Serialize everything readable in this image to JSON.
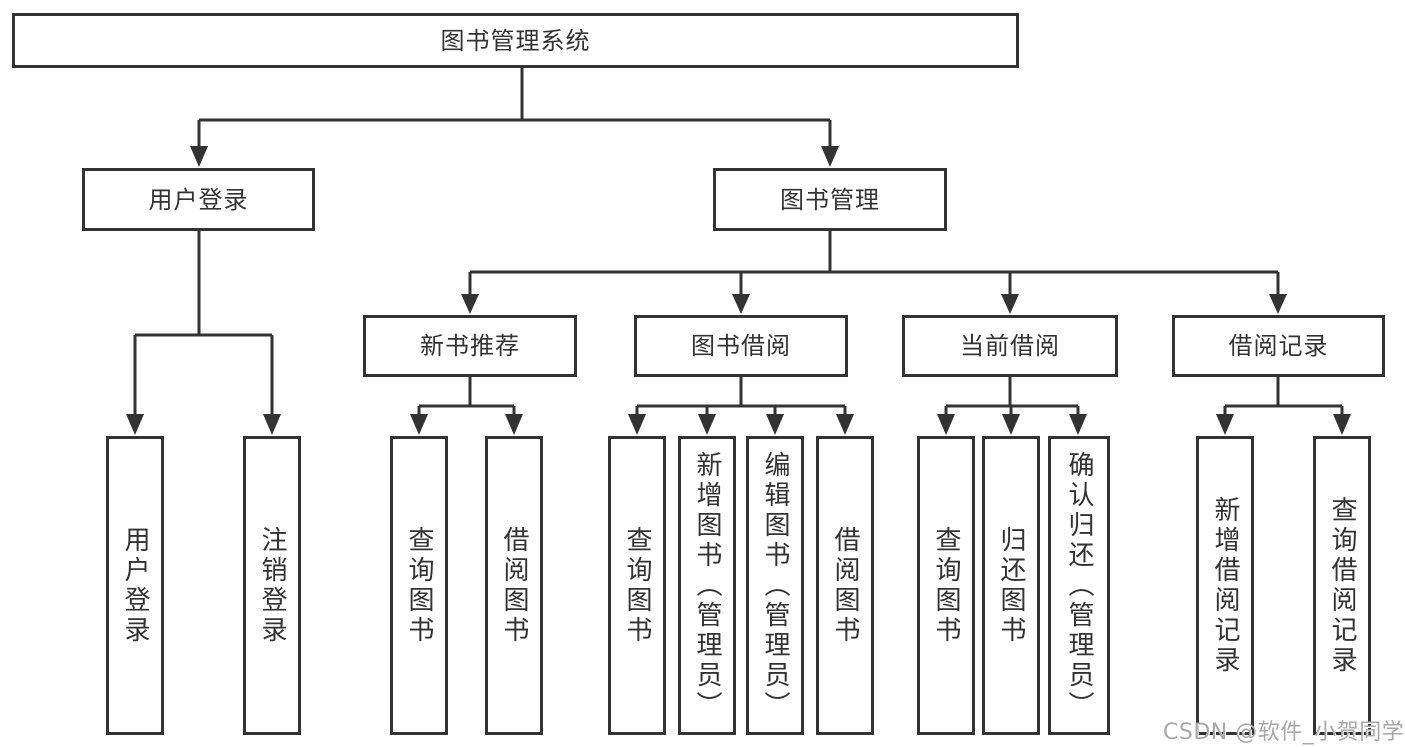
{
  "title": {
    "label": "图书管理系统"
  },
  "tree": {
    "user_login": {
      "label": "用户登录",
      "children": [
        {
          "label": "用户登录"
        },
        {
          "label": "注销登录"
        }
      ]
    },
    "book_management": {
      "label": "图书管理",
      "children": [
        {
          "label": "新书推荐",
          "children": [
            {
              "label": "查询图书"
            },
            {
              "label": "借阅图书"
            }
          ]
        },
        {
          "label": "图书借阅",
          "children": [
            {
              "label": "查询图书"
            },
            {
              "label": "新增图书（管理员）"
            },
            {
              "label": "编辑图书（管理员）"
            },
            {
              "label": "借阅图书"
            }
          ]
        },
        {
          "label": "当前借阅",
          "children": [
            {
              "label": "查询图书"
            },
            {
              "label": "归还图书"
            },
            {
              "label": "确认归还（管理员）"
            }
          ]
        },
        {
          "label": "借阅记录",
          "children": [
            {
              "label": "新增借阅记录"
            },
            {
              "label": "查询借阅记录"
            }
          ]
        }
      ]
    }
  },
  "watermark": {
    "text": "CSDN @软件_小贺同学"
  },
  "colors": {
    "line": "#333333",
    "text": "#333333",
    "watermark": "#a8a8a8",
    "background": "#ffffff"
  }
}
